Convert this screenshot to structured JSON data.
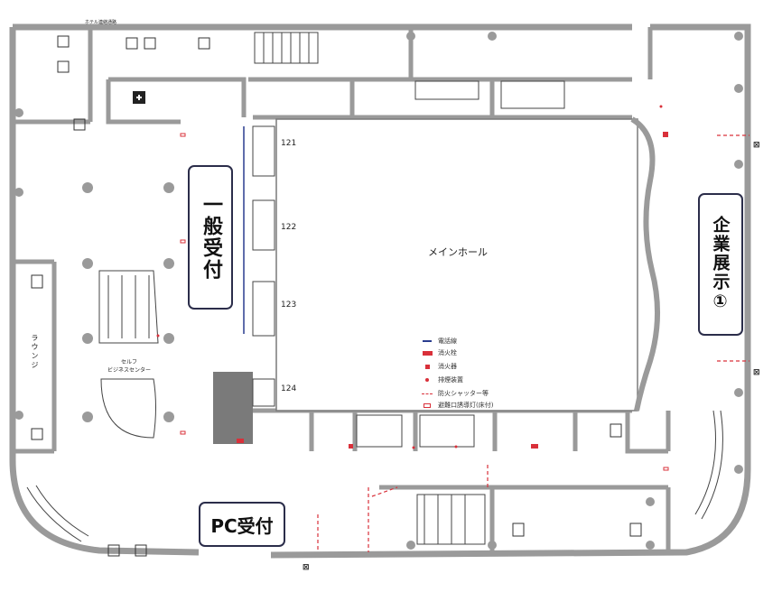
{
  "labels": {
    "hotel_passage": "ホテル連絡通路",
    "main_hall": "メインホール",
    "lounge": "ラウンジ",
    "self_business_center": "セルフ\nビジネスセンター",
    "general_reception": "一般受付",
    "pc_reception": "PC受付",
    "corporate_exhibit": "企業展示①",
    "rows": [
      "121",
      "122",
      "123",
      "124"
    ]
  },
  "legend": [
    {
      "icon": "line-blue",
      "text": "電話線"
    },
    {
      "icon": "rect-red",
      "text": "消火栓"
    },
    {
      "icon": "square-red",
      "text": "消火器"
    },
    {
      "icon": "dot-red",
      "text": "排煙装置"
    },
    {
      "icon": "dash-red",
      "text": "防火シャッター等"
    },
    {
      "icon": "rect-outline-red",
      "text": "避難口誘導灯(床付)"
    }
  ],
  "colors": {
    "wall": "#9a9a9a",
    "wall_dark": "#6f6f6f",
    "red": "#d9303a",
    "blue": "#2a3d8f",
    "box_border": "#2b2d4a"
  }
}
